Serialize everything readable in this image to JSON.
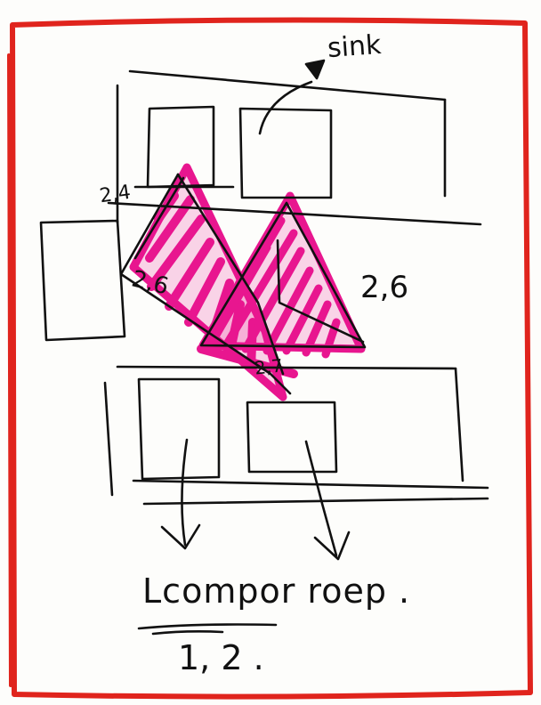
{
  "colors": {
    "paper": "#fdfdfb",
    "frame": "#e0241d",
    "ink": "#111111",
    "highlight": "#e8168f"
  },
  "labels": {
    "sink": "sink",
    "top_left_small": "2,4",
    "left_triangle": "2,6",
    "right_triangle": "2,6",
    "bottom_small": "2,7",
    "title": "Lcompor roep .",
    "subtitle": "1, 2 ."
  }
}
